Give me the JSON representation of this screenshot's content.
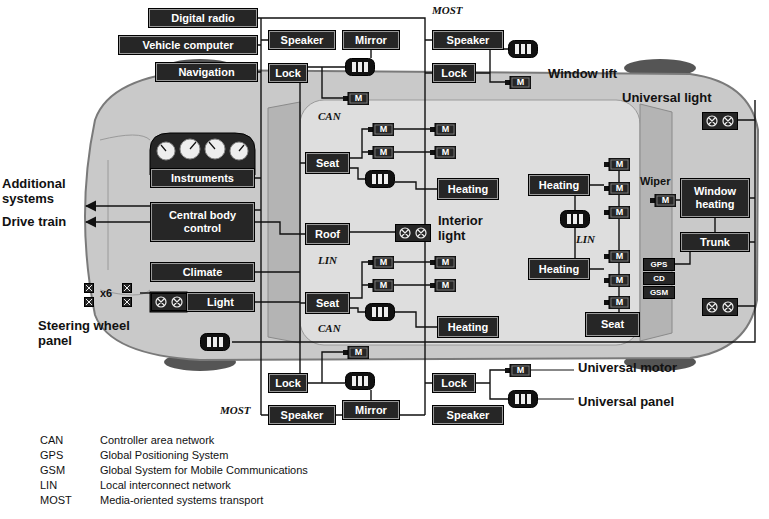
{
  "diagram": {
    "nodes": [
      {
        "text": [
          "Digital radio"
        ]
      },
      {
        "text": [
          "Vehicle computer"
        ]
      },
      {
        "text": [
          "Speaker"
        ]
      },
      {
        "text": [
          "Mirror"
        ]
      },
      {
        "text": [
          "Speaker"
        ]
      },
      {
        "text": [
          "Navigation"
        ]
      },
      {
        "text": [
          "Lock"
        ]
      },
      {
        "text": [
          "Lock"
        ]
      },
      {
        "text": [
          "Instruments"
        ]
      },
      {
        "text": [
          "Seat"
        ]
      },
      {
        "text": [
          "Heating"
        ]
      },
      {
        "text": [
          "Heating"
        ]
      },
      {
        "text": [
          "Window heating"
        ]
      },
      {
        "text": [
          "Central body control"
        ]
      },
      {
        "text": [
          "Roof"
        ]
      },
      {
        "text": [
          "Trunk"
        ]
      },
      {
        "text": [
          "Climate"
        ]
      },
      {
        "text": [
          "Heating"
        ]
      },
      {
        "text": [
          "GPS"
        ]
      },
      {
        "text": [
          "CD"
        ]
      },
      {
        "text": [
          "GSM"
        ]
      },
      {
        "text": [
          "Light"
        ]
      },
      {
        "text": [
          "Seat"
        ]
      },
      {
        "text": [
          "Seat"
        ]
      },
      {
        "text": [
          "Heating"
        ]
      },
      {
        "text": [
          "Lock"
        ]
      },
      {
        "text": [
          "Lock"
        ]
      },
      {
        "text": [
          "Mirror"
        ]
      },
      {
        "text": [
          "Speaker"
        ]
      },
      {
        "text": [
          "Speaker"
        ]
      }
    ],
    "edges": [
      {
        "from": 13,
        "to": 14,
        "arrow": "none"
      },
      {
        "from": 12,
        "to": 15,
        "arrow": "none"
      }
    ],
    "labels": [
      "MOST",
      "Window lift",
      "Universal light",
      "CAN",
      "Interior light",
      "Wiper",
      "LIN",
      "LIN",
      "CAN",
      "Additional systems",
      "Drive train",
      "x6",
      "Steering wheel panel",
      "Universal motor",
      "Universal panel",
      "MOST",
      "M",
      "M",
      "M",
      "M",
      "M",
      "M",
      "M",
      "M",
      "M",
      "M",
      "M",
      "M",
      "M",
      "M",
      "M",
      "M",
      "M",
      "M",
      "M",
      "CAN",
      "Controller area network",
      "GPS",
      "Global Positioning System",
      "GSM",
      "Global System for Mobile Communications",
      "LIN",
      "Local interconnect network",
      "MOST",
      "Media-oriented systems transport"
    ]
  }
}
